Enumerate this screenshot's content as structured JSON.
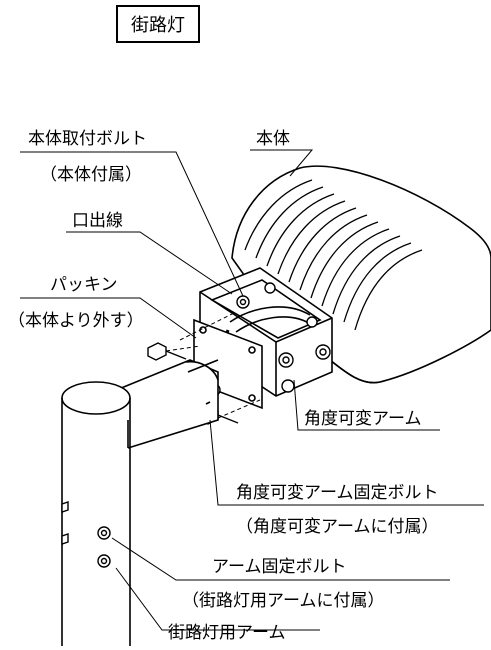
{
  "title": "街路灯",
  "labels": {
    "body_bolt": "本体取付ボルト",
    "body_bolt_note": "（本体付属）",
    "body": "本体",
    "outlet": "口出線",
    "packing": "パッキン",
    "packing_note": "（本体より外す）",
    "angle_arm": "角度可変アーム",
    "angle_bolt": "角度可変アーム固定ボルト",
    "angle_bolt_note": "（角度可変アームに付属）",
    "arm_bolt": "アーム固定ボルト",
    "arm_bolt_note": "（街路灯用アームに付属）",
    "street_arm": "街路灯用アーム"
  },
  "colors": {
    "line": "#000000",
    "fill": "#ffffff"
  }
}
